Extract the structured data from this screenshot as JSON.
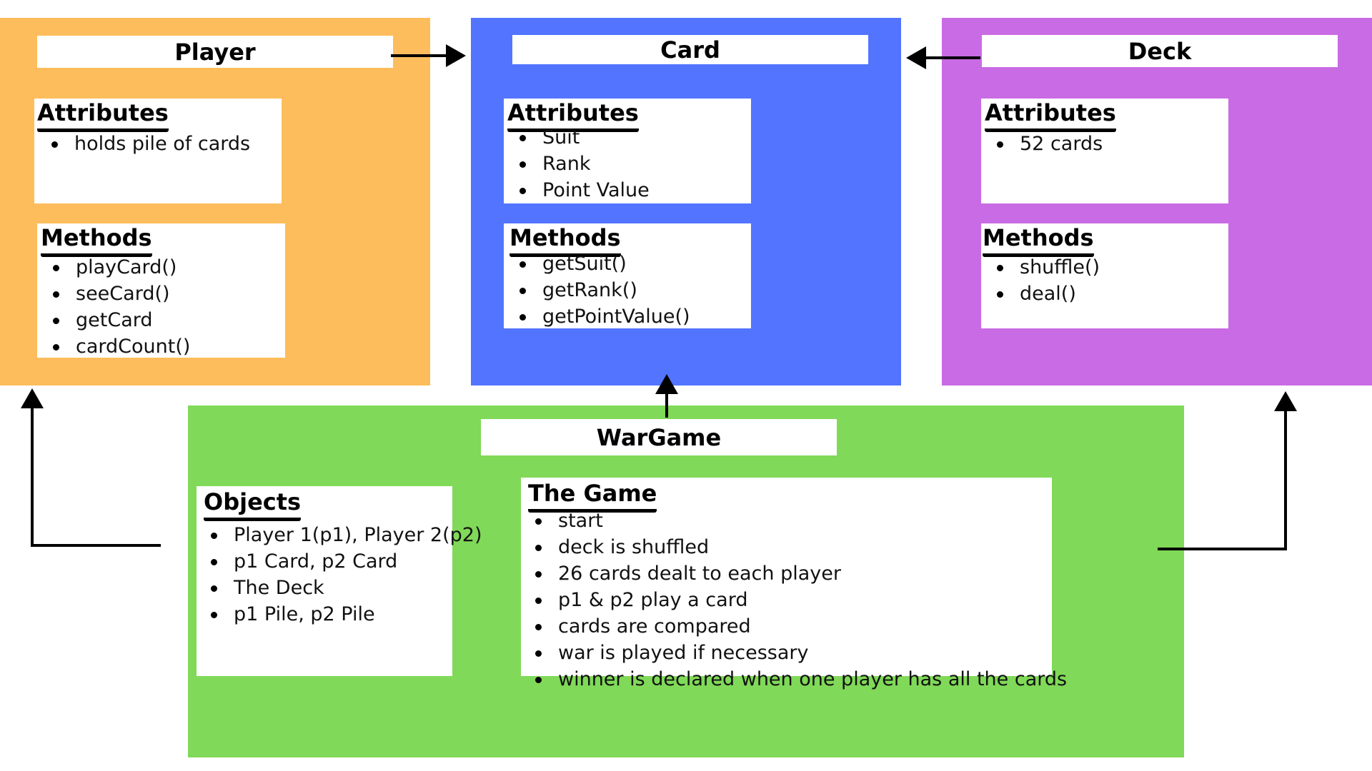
{
  "colors": {
    "player": "#FDBD5C",
    "card": "#5274FF",
    "deck": "#C96BE4",
    "wargame": "#80D958"
  },
  "player": {
    "title": "Player",
    "attributes_heading": "Attributes",
    "attributes": [
      "holds pile of cards"
    ],
    "methods_heading": "Methods",
    "methods": [
      "playCard()",
      "seeCard()",
      "getCard",
      "cardCount()"
    ]
  },
  "card": {
    "title": "Card",
    "attributes_heading": "Attributes",
    "attributes": [
      "Suit",
      "Rank",
      "Point Value"
    ],
    "methods_heading": "Methods",
    "methods": [
      "getSuit()",
      "getRank()",
      "getPointValue()"
    ]
  },
  "deck": {
    "title": "Deck",
    "attributes_heading": "Attributes",
    "attributes": [
      "52 cards"
    ],
    "methods_heading": "Methods",
    "methods": [
      "shuffle()",
      "deal()"
    ]
  },
  "wargame": {
    "title": "WarGame",
    "objects_heading": "Objects",
    "objects": [
      "Player 1(p1), Player 2(p2)",
      "p1 Card, p2 Card",
      "The Deck",
      "p1 Pile, p2 Pile"
    ],
    "game_heading": "The Game",
    "game_steps": [
      "start",
      "deck is shuffled",
      "26 cards dealt to each player",
      "p1 & p2 play a card",
      "cards are compared",
      "war is played if necessary",
      "winner is declared when one player has all the cards"
    ]
  },
  "connectors": [
    {
      "from": "Player",
      "to": "Card"
    },
    {
      "from": "Deck",
      "to": "Card"
    },
    {
      "from": "WarGame",
      "to": "Card"
    },
    {
      "from": "WarGame",
      "to": "Player"
    },
    {
      "from": "WarGame",
      "to": "Deck"
    }
  ]
}
